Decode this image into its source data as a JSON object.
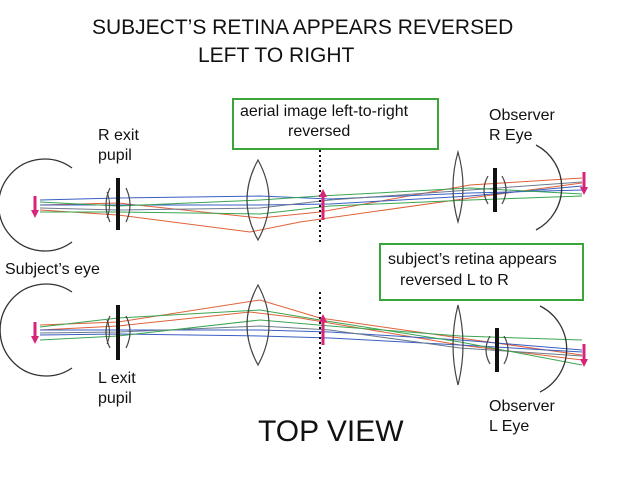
{
  "title": {
    "line1": "SUBJECT’S RETINA APPEARS REVERSED",
    "line2": "LEFT TO RIGHT"
  },
  "labels": {
    "r_exit_pupil_1": "R exit",
    "r_exit_pupil_2": "pupil",
    "subjects_eye": "Subject’s eye",
    "l_exit_pupil_1": "L exit",
    "l_exit_pupil_2": "pupil",
    "observer_r_1": "Observer",
    "observer_r_2": "R Eye",
    "observer_l_1": "Observer",
    "observer_l_2": "L Eye",
    "top_view": "TOP VIEW"
  },
  "callouts": {
    "aerial_1": "aerial image left-to-right",
    "aerial_2": "reversed",
    "retina_1": "subject’s retina appears",
    "retina_2": "reversed L to R"
  },
  "colors": {
    "box_border": "#3aa63a",
    "arrow": "#d6247a",
    "ray_red": "#e0623a",
    "ray_green": "#3aa652",
    "ray_blue": "#3a5fc4",
    "ray_gray": "#6c7a8c"
  },
  "icons": [
    "subject-eye-icon",
    "exit-pupil-icon",
    "lens-icon",
    "aerial-image-plane-icon",
    "observer-eye-icon",
    "orientation-arrow-icon"
  ]
}
